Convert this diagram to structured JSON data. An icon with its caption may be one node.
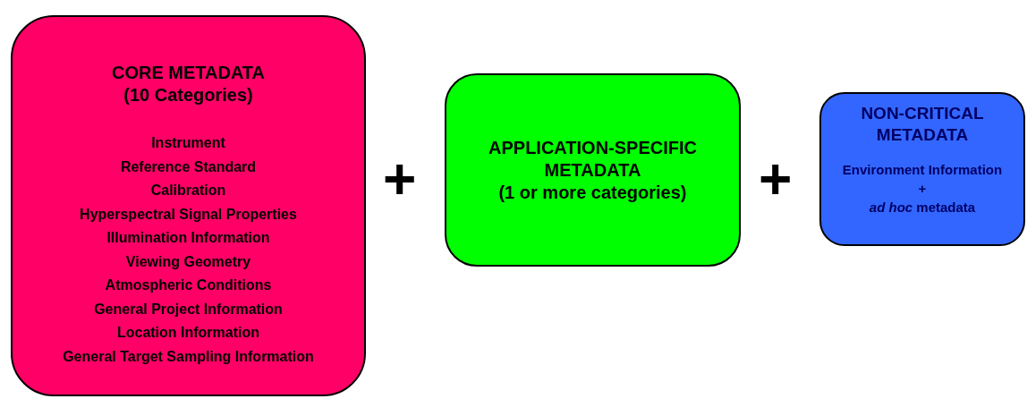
{
  "diagram": {
    "nodes": [
      {
        "text": [
          "CORE METADATA",
          "(10 Categories)",
          "Instrument",
          "Reference Standard",
          "Calibration",
          "Hyperspectral Signal Properties",
          "Illumination Information",
          "Viewing Geometry",
          "Atmospheric Conditions",
          "General Project Information",
          "Location Information",
          "General Target Sampling Information"
        ]
      },
      {
        "text": [
          "APPLICATION-SPECIFIC METADATA",
          "(1 or more categories)"
        ]
      },
      {
        "text": [
          "NON-CRITICAL METADATA",
          "Environment Information",
          "+",
          "*ad hoc* metadata"
        ]
      }
    ],
    "labels": [
      "+",
      "+"
    ]
  }
}
